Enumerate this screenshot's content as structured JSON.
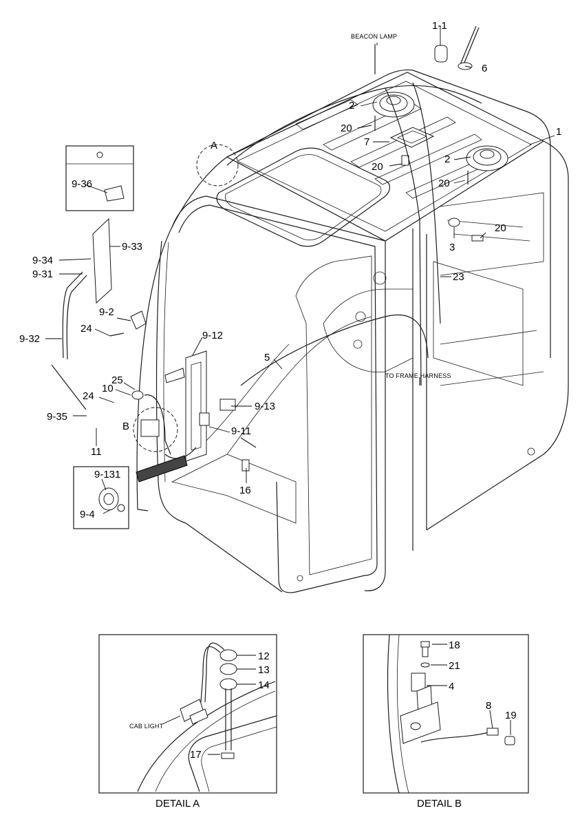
{
  "notes": {
    "beacon_lamp": "BEACON LAMP",
    "to_frame_harness": "TO FRAME HARNESS",
    "cab_light": "CAB LIGHT"
  },
  "detail_markers": {
    "a": "A",
    "b": "B"
  },
  "callouts": {
    "c_1_1": "1-1",
    "c_6": "6",
    "c_1": "1",
    "c_2_top": "2",
    "c_20_a": "20",
    "c_7": "7",
    "c_20_b": "20",
    "c_2_right": "2",
    "c_20_c": "20",
    "c_3": "3",
    "c_20_d": "20",
    "c_23": "23",
    "c_9_36": "9-36",
    "c_9_33": "9-33",
    "c_9_34": "9-34",
    "c_9_31": "9-31",
    "c_9_2": "9-2",
    "c_24_a": "24",
    "c_9_32": "9-32",
    "c_9_12": "9-12",
    "c_5": "5",
    "c_25": "25",
    "c_10": "10",
    "c_24_b": "24",
    "c_9_13": "9-13",
    "c_9_35": "9-35",
    "c_9_11": "9-11",
    "c_11": "11",
    "c_16": "16",
    "c_9_131": "9-131",
    "c_9_4": "9-4"
  },
  "detail_a": {
    "caption": "DETAIL A",
    "callouts": {
      "c12": "12",
      "c13": "13",
      "c14": "14",
      "c17": "17"
    }
  },
  "detail_b": {
    "caption": "DETAIL B",
    "callouts": {
      "c18": "18",
      "c21": "21",
      "c4": "4",
      "c8": "8",
      "c19": "19"
    }
  },
  "colors": {
    "line": "#1a1a1a",
    "background": "#ffffff"
  }
}
